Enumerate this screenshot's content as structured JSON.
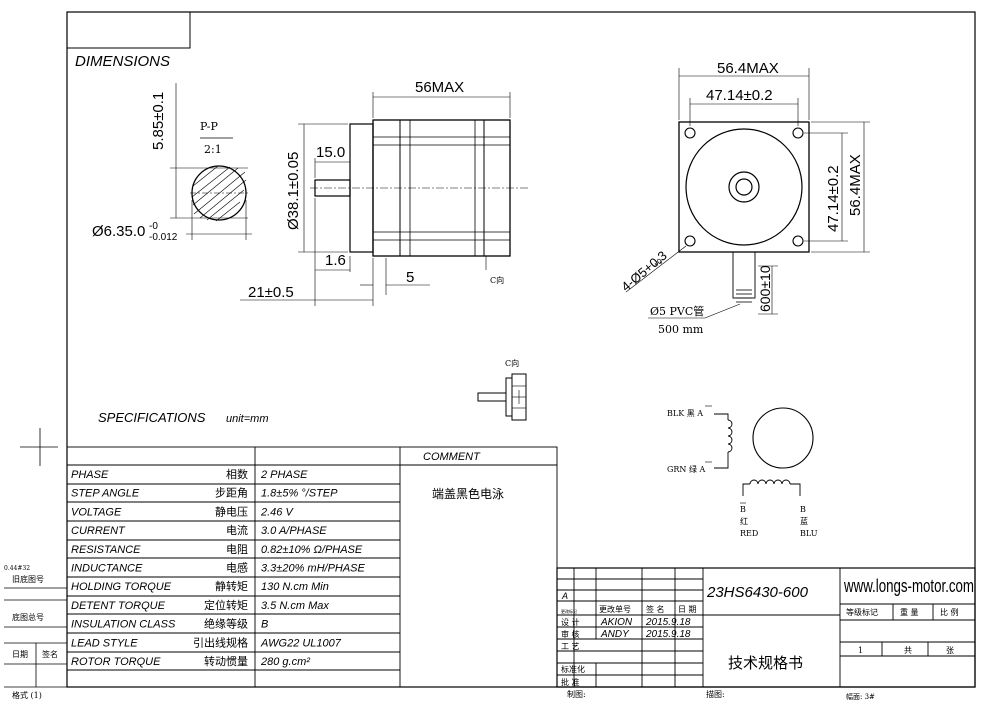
{
  "header": {
    "dimensions_title": "DIMENSIONS"
  },
  "side_view": {
    "length": "56MAX",
    "pilot_dia": "Ø38.1±0.05",
    "shaft_flat": "15.0",
    "flange_thk": "1.6",
    "shaft_len": "21±0.5",
    "pilot_h": "5",
    "view_c": "C向"
  },
  "section": {
    "flat_h": "5.85±0.1",
    "label": "P-P",
    "scale": "2:1",
    "shaft_dia": "Ø6.35.0",
    "tol_top": "-0",
    "tol_bot": "-0.012"
  },
  "front_view": {
    "body": "56.4MAX",
    "hole_pitch_h": "47.14±0.2",
    "hole_pitch_v": "47.14±0.2",
    "body_v": "56.4MAX",
    "holes": "4-Ø5+0.3",
    "holes_tol": "+0",
    "lead_len": "600±10",
    "pvc": "Ø5 PVC管",
    "pvc_len": "500 mm"
  },
  "c_view": {
    "label": "C向"
  },
  "specs": {
    "title": "SPECIFICATIONS",
    "unit": "unit=mm",
    "comment_header": "COMMENT",
    "comment": "端盖黑色电泳",
    "rows": [
      {
        "en": "PHASE",
        "cn": "相数",
        "val": "2  PHASE"
      },
      {
        "en": "STEP ANGLE",
        "cn": "步距角",
        "val": "1.8±5% °/STEP"
      },
      {
        "en": "VOLTAGE",
        "cn": "静电压",
        "val": "2.46 V"
      },
      {
        "en": "CURRENT",
        "cn": "电流",
        "val": "3.0 A/PHASE"
      },
      {
        "en": "RESISTANCE",
        "cn": "电阻",
        "val": "0.82±10%  Ω/PHASE"
      },
      {
        "en": "INDUCTANCE",
        "cn": "电感",
        "val": "3.3±20% mH/PHASE"
      },
      {
        "en": "HOLDING TORQUE",
        "cn": "静转矩",
        "val": "130  N.cm Min"
      },
      {
        "en": "DETENT TORQUE",
        "cn": "定位转矩",
        "val": "3.5 N.cm Max"
      },
      {
        "en": "INSULATION CLASS",
        "cn": "绝缘等级",
        "val": "B"
      },
      {
        "en": "LEAD STYLE",
        "cn": "引出线规格",
        "val": "AWG22 UL1007"
      },
      {
        "en": "ROTOR TORQUE",
        "cn": "转动惯量",
        "val": "280 g.cm²"
      }
    ]
  },
  "wiring": {
    "a_label": "BLK 黑 A",
    "abar_label": "GRN 绿 A",
    "b_left": "B",
    "b_left_cn": "红",
    "b_left_en": "RED",
    "b_right": "B",
    "b_right_cn": "蓝",
    "b_right_en": "BLU"
  },
  "title_block": {
    "model": "23HS6430-600",
    "website": "www.longs-motor.com",
    "doc_title": "技术规格书",
    "rev_a": "A",
    "mark": "更改标记",
    "change_no": "更改单号",
    "sign": "签  名",
    "date": "日 期",
    "design": "设  计",
    "review": "审  核",
    "process": "工  艺",
    "standard": "标准化",
    "approve": "批  准",
    "designer": "AKION",
    "designer_date": "2015.9.18",
    "reviewer": "ANDY",
    "reviewer_date": "2015.9.18",
    "stage_mark": "等级标记",
    "weight": "重  量",
    "ratio": "比  例",
    "sheet_no": "1",
    "total": "共",
    "sheets": "张",
    "drawn": "制图:",
    "traced": "描图:",
    "size": "幅面: 3#"
  },
  "margin": {
    "code": "0.44#32",
    "old_no": "旧底图号",
    "base_no": "底图总号",
    "date": "日期",
    "sign": "签名",
    "format": "格式 (1)"
  }
}
